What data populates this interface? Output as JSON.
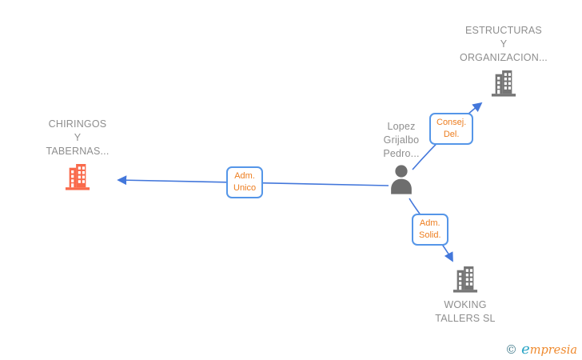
{
  "diagram_type": "corporate-relationship-graph",
  "colors": {
    "edge_blue": "#4377DB",
    "edge_label_border": "#5596E8",
    "edge_label_text": "#ED7D1F",
    "node_label_text": "#8E8E8E",
    "building_gray": "#757575",
    "building_orange": "#F96A4B",
    "person_gray": "#6E6E6E",
    "logo_copyright": "#477E8E",
    "logo_e": "#2BA5C6",
    "logo_rest": "#EF8A2E"
  },
  "nodes": {
    "chiringos": {
      "type": "company",
      "lines": [
        "CHIRINGOS",
        "Y",
        "TABERNAS..."
      ]
    },
    "estructuras": {
      "type": "company",
      "lines": [
        "ESTRUCTURAS",
        "Y",
        "ORGANIZACION..."
      ]
    },
    "person": {
      "type": "person",
      "lines": [
        "Lopez",
        "Grijalbo",
        "Pedro..."
      ]
    },
    "woking": {
      "type": "company",
      "lines": [
        "WOKING",
        "TALLERS SL"
      ]
    }
  },
  "edges": [
    {
      "from": "Lopez Grijalbo Pedro...",
      "to": "CHIRINGOS Y TABERNAS...",
      "role_lines": [
        "Adm.",
        "Unico"
      ]
    },
    {
      "from": "Lopez Grijalbo Pedro...",
      "to": "ESTRUCTURAS Y ORGANIZACION...",
      "role_lines": [
        "Consej.",
        "Del."
      ]
    },
    {
      "from": "Lopez Grijalbo Pedro...",
      "to": "WOKING TALLERS SL",
      "role_lines": [
        "Adm.",
        "Solid."
      ]
    }
  ],
  "watermark": {
    "copyright": "©",
    "brand_first": "e",
    "brand_rest": "mpresia"
  }
}
